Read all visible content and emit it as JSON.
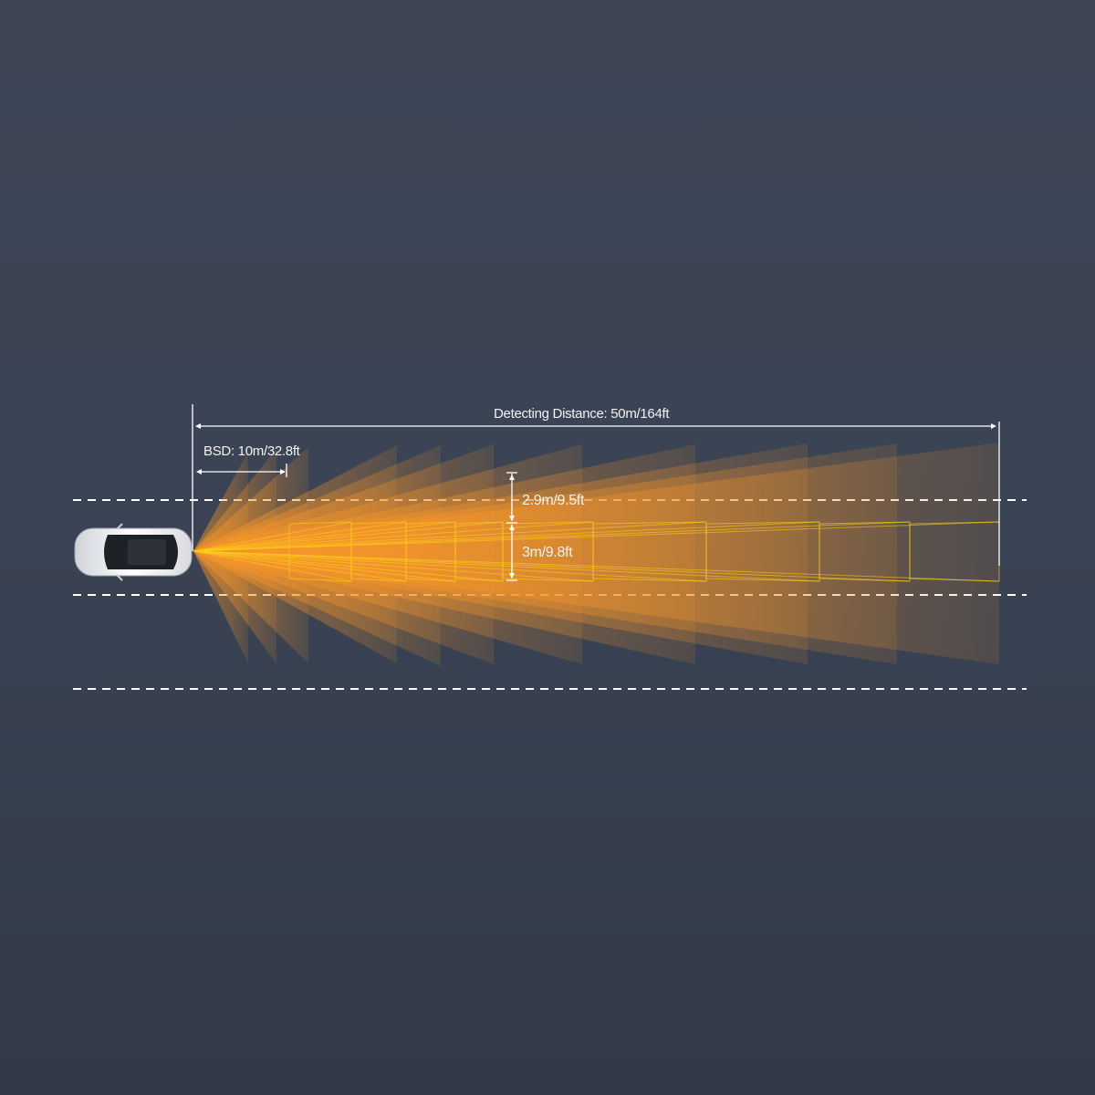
{
  "labels": {
    "detecting_distance": "Detecting  Distance: 50m/164ft",
    "bsd": "BSD: 10m/32.8ft",
    "lane_margin": "2.9m/9.5ft",
    "lane_width": "3m/9.8ft"
  },
  "colors": {
    "background": "#3c4454",
    "beam": "#f5952a",
    "beam_line": "#ffd21a",
    "annotation": "#ffffff"
  }
}
